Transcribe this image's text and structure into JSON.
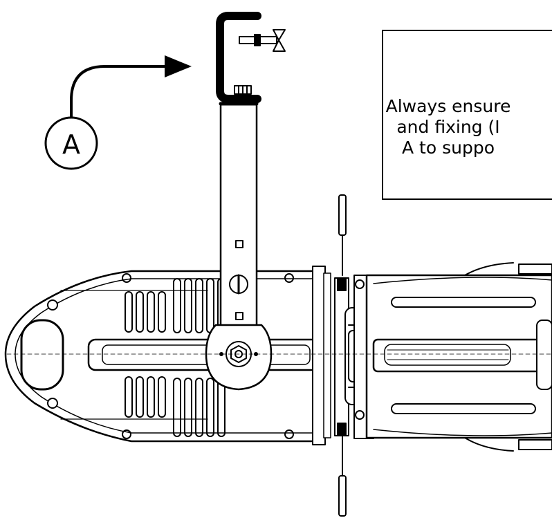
{
  "callout": {
    "letter": "A"
  },
  "notice": {
    "lines": [
      "Always ensure",
      "and fixing (I",
      "A to suppo"
    ]
  }
}
